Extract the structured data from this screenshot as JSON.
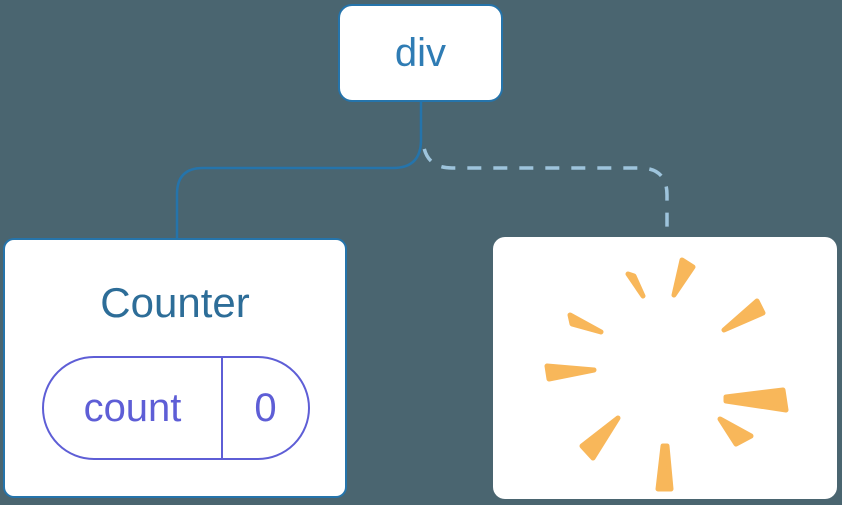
{
  "diagram": {
    "root": {
      "label": "div"
    },
    "edges": [
      {
        "from": "div",
        "to": "Counter",
        "style": "solid"
      },
      {
        "from": "div",
        "to": "removed",
        "style": "dashed"
      }
    ],
    "counter": {
      "title": "Counter",
      "state_key": "count",
      "state_value": "0"
    },
    "removed": {
      "icon": "poof-burst-icon"
    }
  },
  "colors": {
    "background": "#4a6570",
    "card": "#ffffff",
    "blue_line": "#2574ab",
    "div_text": "#2f7cb4",
    "counter_text": "#2d6d98",
    "dashed_line": "#9ec4dc",
    "indigo": "#5e5ed6",
    "burst_orange": "#f8b75a"
  }
}
